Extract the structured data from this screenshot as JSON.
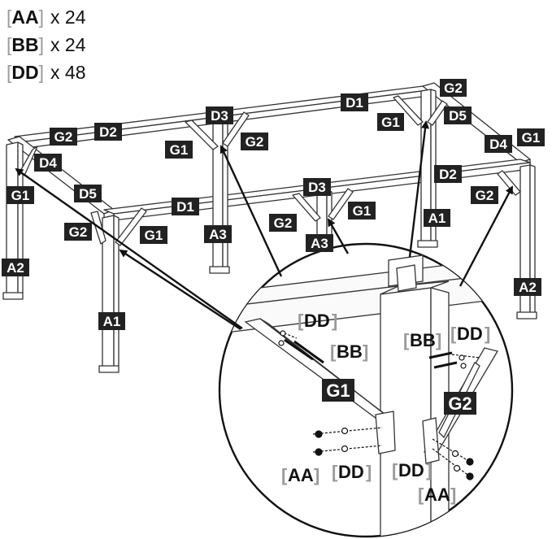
{
  "hardware_list": [
    {
      "code": "AA",
      "qty": "x 24"
    },
    {
      "code": "BB",
      "qty": "x 24"
    },
    {
      "code": "DD",
      "qty": "x 48"
    }
  ],
  "frame_labels": {
    "g2_top_right": "G2",
    "d1_top": "D1",
    "d5_top_right": "D5",
    "g1_top_right": "G1",
    "d3_top": "D3",
    "g2_top_left": "G2",
    "d2_top": "D2",
    "g2_mid_top": "G2",
    "g1_mid_top": "G1",
    "d4_right": "D4",
    "g1_right": "G1",
    "d4_left": "D4",
    "g1_left": "G1",
    "d5_left": "D5",
    "d2_front": "D2",
    "d3_front": "D3",
    "g2_right_front": "G2",
    "d1_front": "D1",
    "g2_front_mid": "G2",
    "g1_front_mid": "G1",
    "a1_right": "A1",
    "g2_front_left": "G2",
    "g1_front_left": "G1",
    "a3_left": "A3",
    "a3_mid": "A3",
    "a2_left": "A2",
    "a2_right": "A2",
    "a1_left": "A1"
  },
  "detail_labels": {
    "dd_top_left": "DD",
    "bb_left": "BB",
    "g1_bracket": "G1",
    "aa_bottom_left": "AA",
    "dd_bottom_left": "DD",
    "bb_right": "BB",
    "dd_top_right": "DD",
    "g2_bracket": "G2",
    "dd_bottom_right": "DD",
    "aa_bottom_right": "AA"
  }
}
